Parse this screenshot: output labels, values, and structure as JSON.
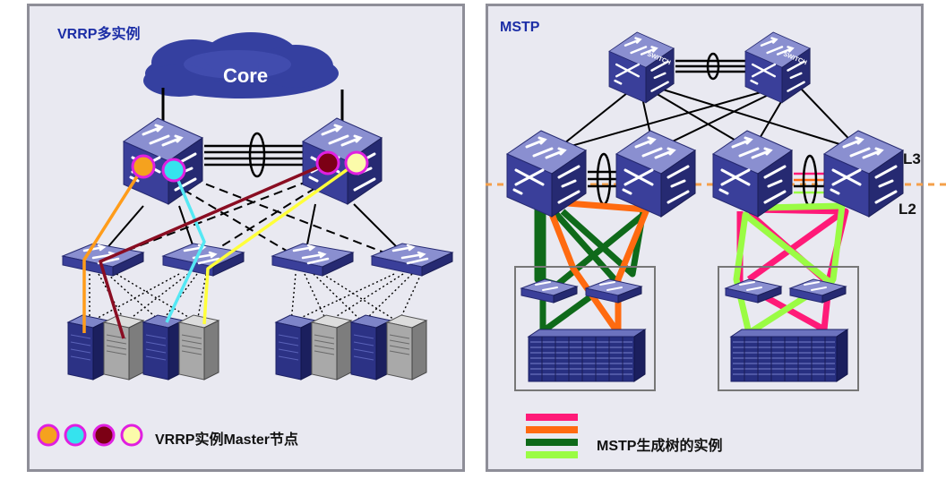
{
  "vrrp": {
    "title": "VRRP多实例",
    "core_label": "Core",
    "legend_label": "VRRP实例Master节点",
    "master_colors": [
      "#f5a21e",
      "#35e3ee",
      "#7c0015",
      "#fbfbaa"
    ],
    "master_ring_color": "#e020e0",
    "instance_path_colors": [
      "#ff9c1a",
      "#55e8f4",
      "#8a0d22",
      "#ffff3a"
    ]
  },
  "mstp": {
    "title": "MSTP",
    "layer3_label": "L3",
    "layer2_label": "L2",
    "legend_label": "MSTP生成树的实例",
    "instance_colors": [
      "#ff1a78",
      "#ff6a10",
      "#0f6a1a",
      "#9afc44"
    ],
    "switch_label": "SWITCH",
    "boundary_color": "#f5a04a"
  },
  "colors": {
    "switch_top": "#8a8fd0",
    "switch_front": "#3a3f9a",
    "switch_side": "#262a72",
    "panel_bg": "#e9e9f1"
  }
}
